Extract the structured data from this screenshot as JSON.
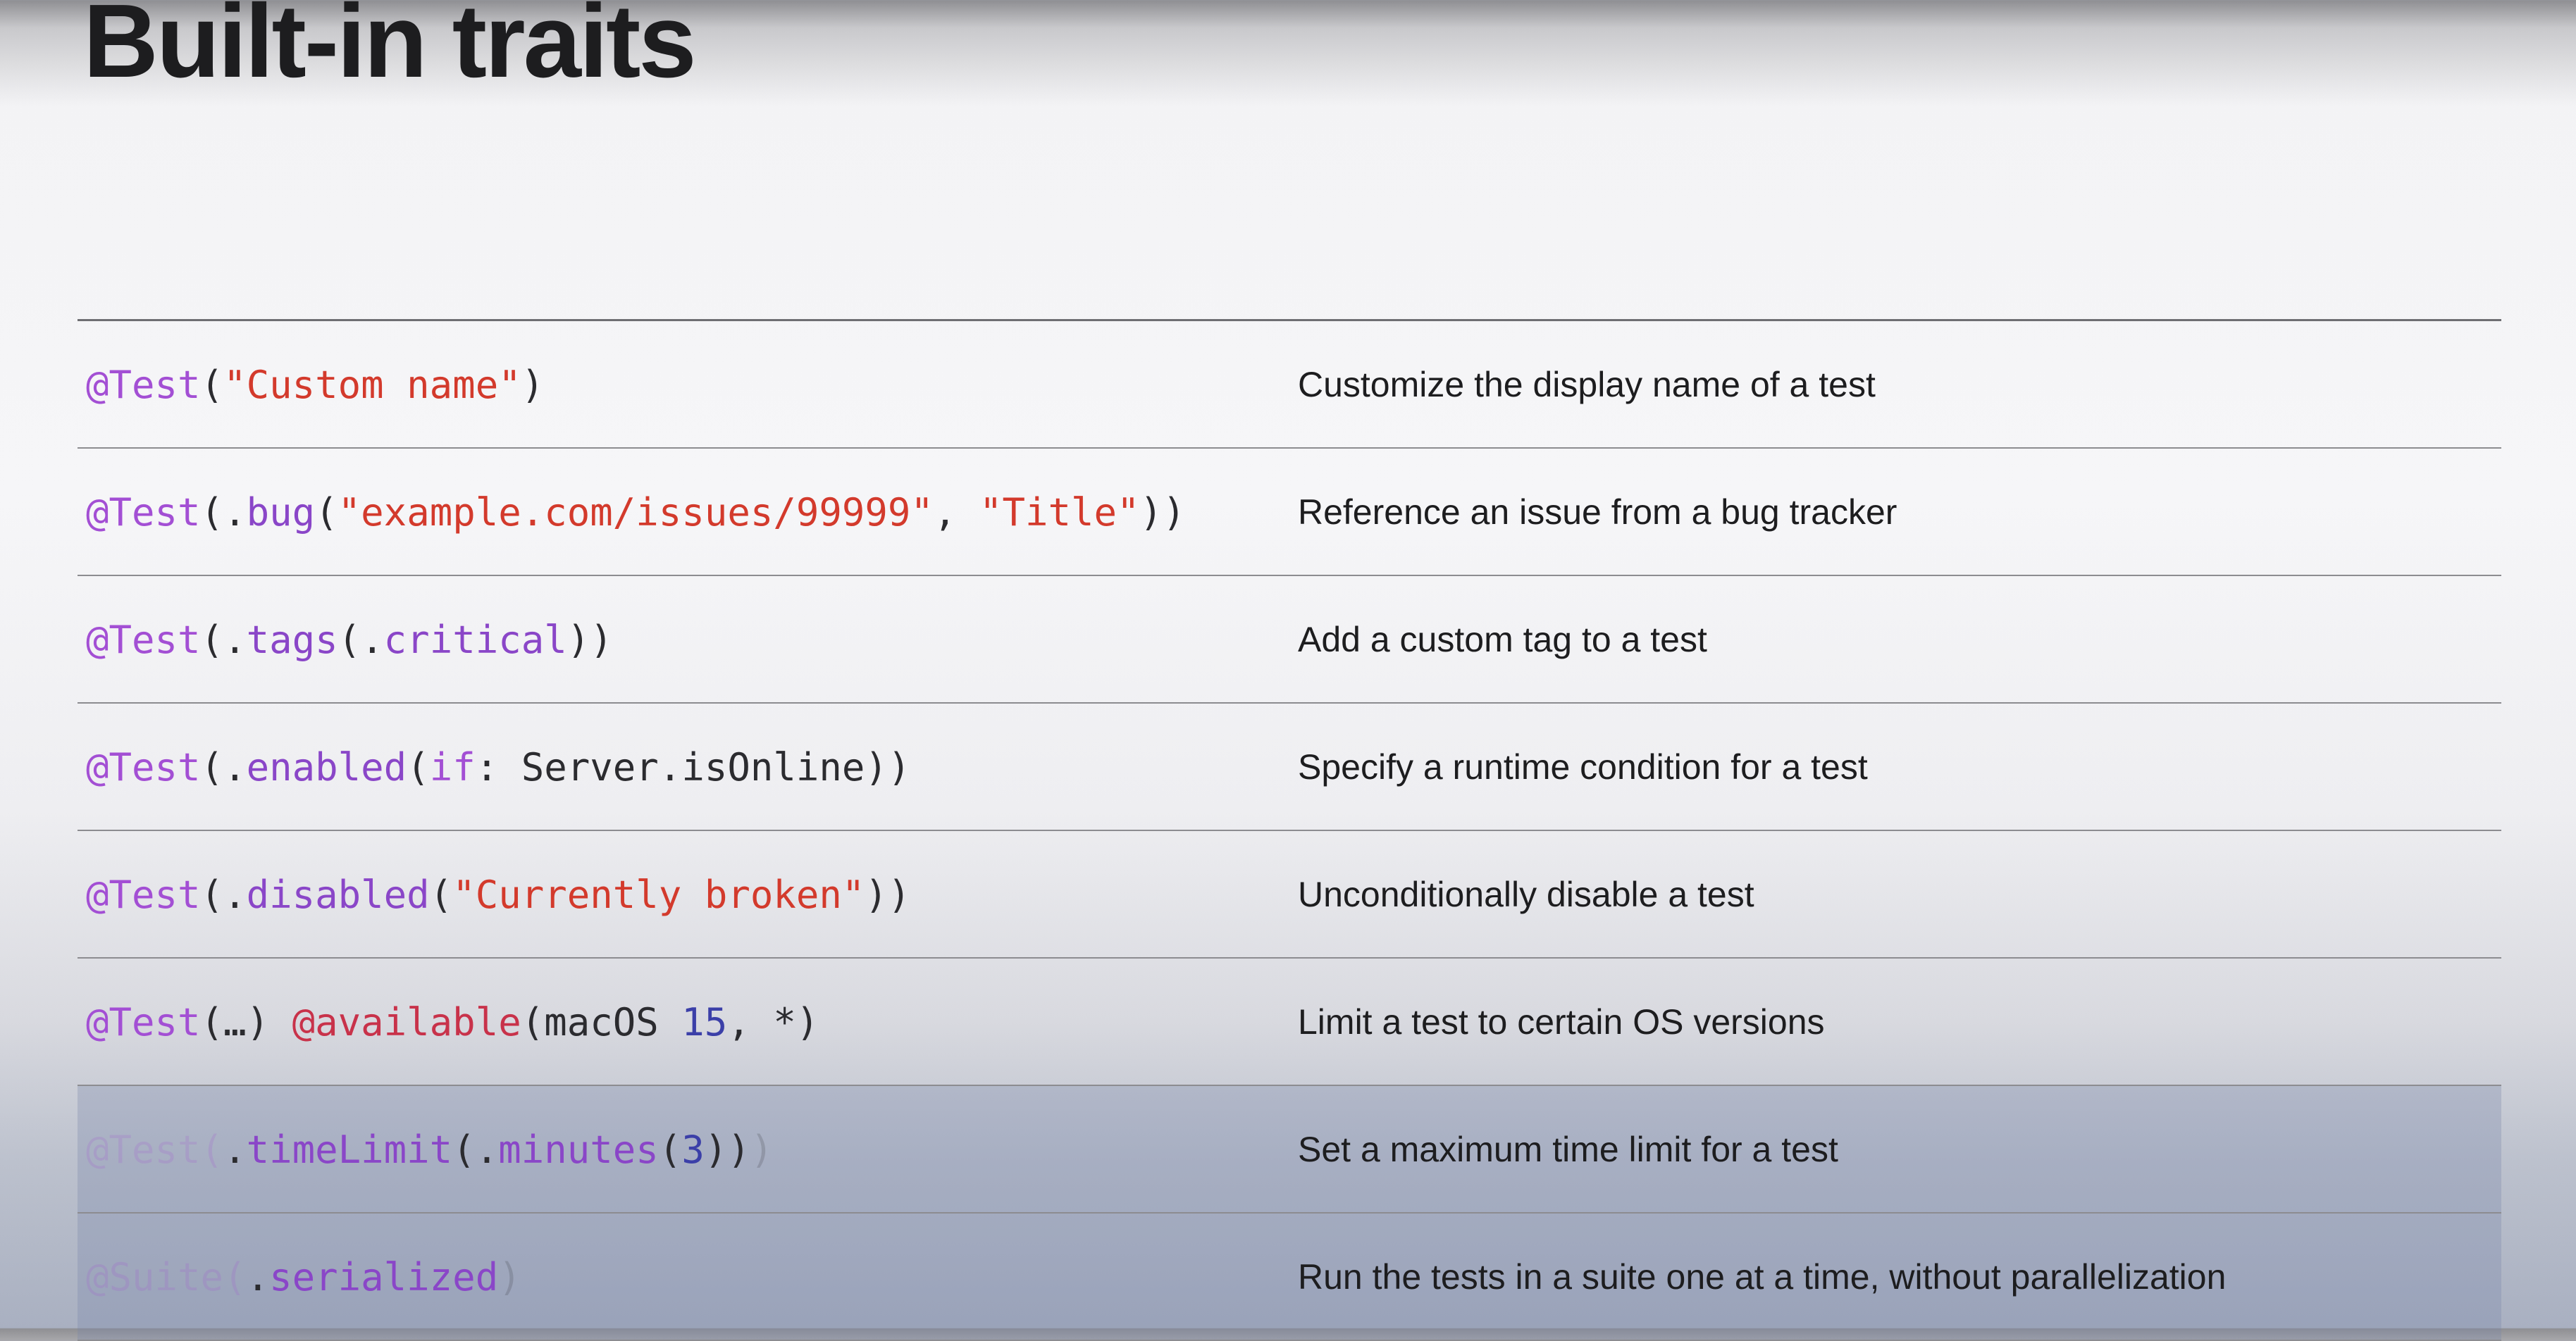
{
  "title": "Built-in traits",
  "rows": [
    {
      "segments": [
        {
          "t": "@Test",
          "c": "kw"
        },
        {
          "t": "(",
          "c": "pl"
        },
        {
          "t": "\"Custom name\"",
          "c": "str"
        },
        {
          "t": ")",
          "c": "pl"
        }
      ],
      "description": "Customize the display name of a test"
    },
    {
      "segments": [
        {
          "t": "@Test",
          "c": "kw"
        },
        {
          "t": "(.",
          "c": "pl"
        },
        {
          "t": "bug",
          "c": "fn"
        },
        {
          "t": "(",
          "c": "pl"
        },
        {
          "t": "\"example.com/issues/99999\"",
          "c": "str"
        },
        {
          "t": ", ",
          "c": "pl"
        },
        {
          "t": "\"Title\"",
          "c": "str"
        },
        {
          "t": "))",
          "c": "pl"
        }
      ],
      "description": "Reference an issue from a bug tracker"
    },
    {
      "segments": [
        {
          "t": "@Test",
          "c": "kw"
        },
        {
          "t": "(.",
          "c": "pl"
        },
        {
          "t": "tags",
          "c": "fn"
        },
        {
          "t": "(.",
          "c": "pl"
        },
        {
          "t": "critical",
          "c": "fn"
        },
        {
          "t": "))",
          "c": "pl"
        }
      ],
      "description": "Add a custom tag to a test"
    },
    {
      "segments": [
        {
          "t": "@Test",
          "c": "kw"
        },
        {
          "t": "(.",
          "c": "pl"
        },
        {
          "t": "enabled",
          "c": "fn"
        },
        {
          "t": "(",
          "c": "pl"
        },
        {
          "t": "if",
          "c": "kw"
        },
        {
          "t": ": Server.isOnline))",
          "c": "pl"
        }
      ],
      "description": "Specify a runtime condition for a test"
    },
    {
      "segments": [
        {
          "t": "@Test",
          "c": "kw"
        },
        {
          "t": "(.",
          "c": "pl"
        },
        {
          "t": "disabled",
          "c": "fn"
        },
        {
          "t": "(",
          "c": "pl"
        },
        {
          "t": "\"Currently broken\"",
          "c": "str"
        },
        {
          "t": "))",
          "c": "pl"
        }
      ],
      "description": "Unconditionally disable a test"
    },
    {
      "segments": [
        {
          "t": "@Test",
          "c": "kw"
        },
        {
          "t": "(…) ",
          "c": "pl"
        },
        {
          "t": "@available",
          "c": "at"
        },
        {
          "t": "(macOS ",
          "c": "pl"
        },
        {
          "t": "15",
          "c": "num"
        },
        {
          "t": ", *)",
          "c": "pl"
        }
      ],
      "description": "Limit a test to certain OS versions"
    },
    {
      "highlight": true,
      "segments": [
        {
          "t": "@Test(",
          "c": "kw dim"
        },
        {
          "t": ".",
          "c": "pl"
        },
        {
          "t": "timeLimit",
          "c": "fn"
        },
        {
          "t": "(.",
          "c": "pl"
        },
        {
          "t": "minutes",
          "c": "fn"
        },
        {
          "t": "(",
          "c": "pl"
        },
        {
          "t": "3",
          "c": "num"
        },
        {
          "t": "))",
          "c": "pl"
        },
        {
          "t": ")",
          "c": "pl dim"
        }
      ],
      "description": "Set a maximum time limit for a test"
    },
    {
      "highlight": true,
      "segments": [
        {
          "t": "@Suite(",
          "c": "kw dim"
        },
        {
          "t": ".",
          "c": "pl"
        },
        {
          "t": "serialized",
          "c": "fn"
        },
        {
          "t": ")",
          "c": "pl dim"
        }
      ],
      "description": "Run the tests in a suite one at a time, without parallelization"
    }
  ],
  "colors": {
    "keyword": "#a34fd4",
    "string": "#d33a2c",
    "number": "#3b3fa8",
    "attribute": "#c8324a",
    "plain": "#2b2b2f",
    "highlight_row": "#a9b0c1"
  }
}
